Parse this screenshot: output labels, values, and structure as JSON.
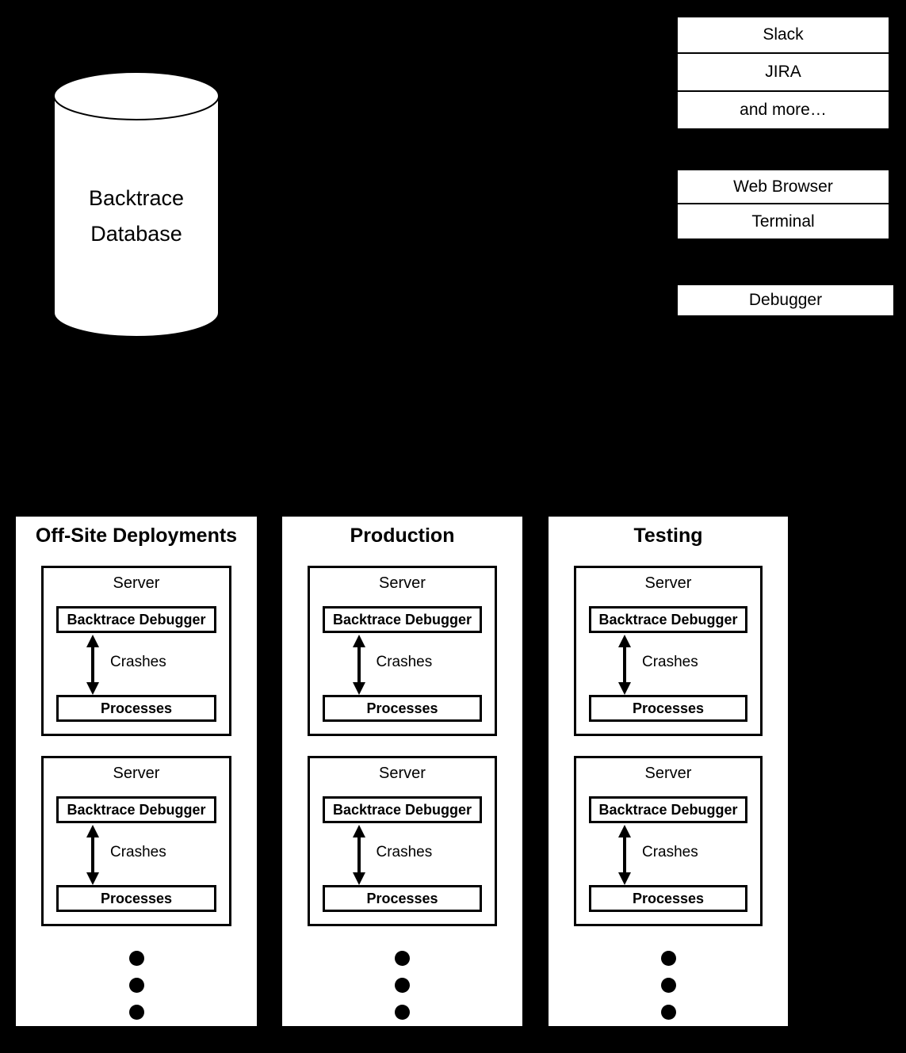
{
  "colors": {
    "background": "#000000",
    "surface": "#ffffff",
    "stroke": "#000000",
    "text": "#000000"
  },
  "database": {
    "name": "backtrace-database-cylinder",
    "label_line1": "Backtrace",
    "label_line2": "Database",
    "label": "Backtrace\nDatabase"
  },
  "stacks": [
    {
      "id": "integrations",
      "items": [
        {
          "label": "Slack"
        },
        {
          "label": "JIRA"
        },
        {
          "label": "and more…"
        }
      ]
    },
    {
      "id": "clients",
      "items": [
        {
          "label": "Web Browser"
        },
        {
          "label": "Terminal"
        }
      ]
    },
    {
      "id": "debugger",
      "items": [
        {
          "label": "Debugger"
        }
      ]
    }
  ],
  "environments": [
    {
      "title": "Off-Site Deployments",
      "servers": [
        {
          "title": "Server",
          "debugger_label": "Backtrace Debugger",
          "processes_label": "Processes",
          "arrow_label": "Crashes"
        },
        {
          "title": "Server",
          "debugger_label": "Backtrace Debugger",
          "processes_label": "Processes",
          "arrow_label": "Crashes"
        }
      ],
      "ellipsis_dots": 3
    },
    {
      "title": "Production",
      "servers": [
        {
          "title": "Server",
          "debugger_label": "Backtrace Debugger",
          "processes_label": "Processes",
          "arrow_label": "Crashes"
        },
        {
          "title": "Server",
          "debugger_label": "Backtrace Debugger",
          "processes_label": "Processes",
          "arrow_label": "Crashes"
        }
      ],
      "ellipsis_dots": 3
    },
    {
      "title": "Testing",
      "servers": [
        {
          "title": "Server",
          "debugger_label": "Backtrace Debugger",
          "processes_label": "Processes",
          "arrow_label": "Crashes"
        },
        {
          "title": "Server",
          "debugger_label": "Backtrace Debugger",
          "processes_label": "Processes",
          "arrow_label": "Crashes"
        }
      ],
      "ellipsis_dots": 3
    }
  ]
}
